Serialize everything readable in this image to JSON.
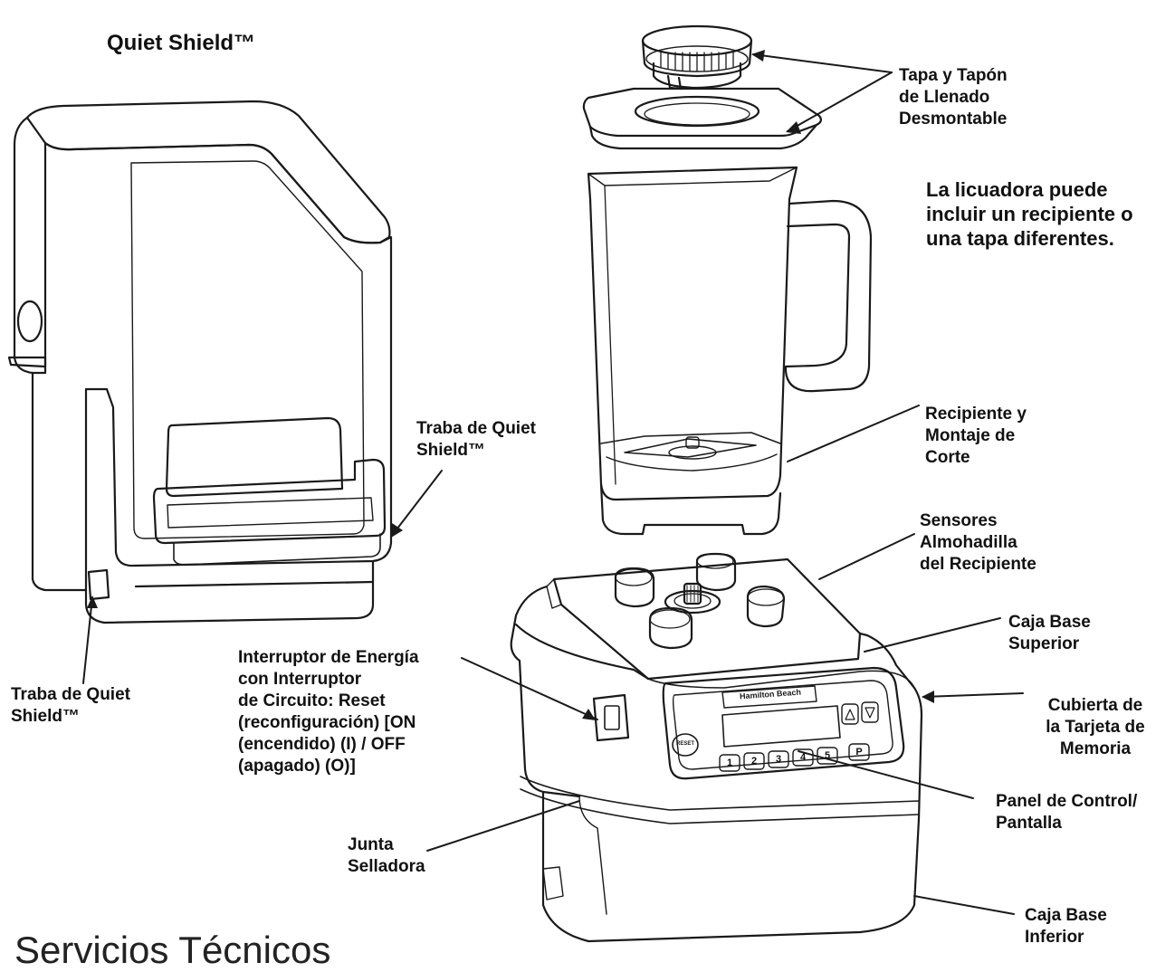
{
  "headings": {
    "quiet_shield": "Quiet Shield™",
    "note": "La licuadora puede\nincluir un recipiente o\nuna tapa diferentes.",
    "footer": "Servicios Técnicos"
  },
  "display_brand": "Hamilton Beach",
  "panel_buttons": {
    "reset": "RESET",
    "program": [
      "1",
      "2",
      "3",
      "4",
      "5",
      "P"
    ]
  },
  "labels": {
    "lid": "Tapa y Tapón\nde Llenado\nDesmontable",
    "container": "Recipiente y\nMontaje de\nCorte",
    "pad_sensors": "Sensores\nAlmohadilla\ndel Recipiente",
    "upper_base": "Caja Base\nSuperior",
    "memory_card": "Cubierta de\nla Tarjeta de\nMemoria",
    "control_panel": "Panel de Control/\nPantalla",
    "lower_base": "Caja Base\nInferior",
    "gasket": "Junta\nSelladora",
    "power_switch": "Interruptor de Energía\ncon Interruptor\nde Circuito: Reset\n(reconfiguración) [ON\n(encendido) (I) / OFF\n(apagado) (O)]",
    "shield_latch_right": "Traba de Quiet\nShield™",
    "shield_latch_left": "Traba de Quiet\nShield™"
  }
}
